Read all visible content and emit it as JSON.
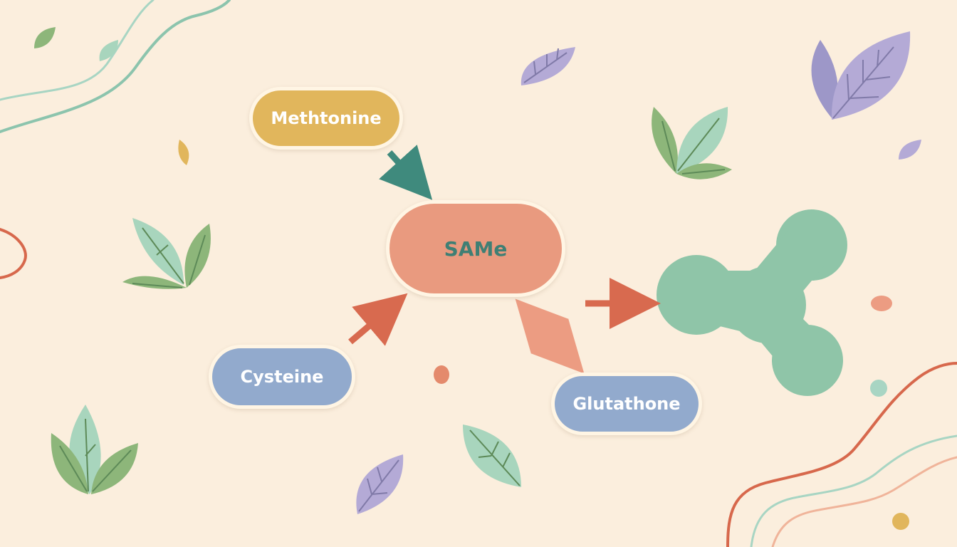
{
  "diagram": {
    "nodes": {
      "methionine": "Methtonine",
      "same": "SAMe",
      "cysteine": "Cysteine",
      "glutathione": "Glutathone"
    },
    "edges": [
      {
        "from": "methionine",
        "to": "same",
        "color": "#3f8a7d",
        "style": "solid"
      },
      {
        "from": "cysteine",
        "to": "same",
        "color": "#d86a4f",
        "style": "solid"
      },
      {
        "from": "same",
        "to": "glutathione",
        "color": "#ec9c82",
        "style": "dashed",
        "bidirectional": true
      },
      {
        "from": "same",
        "to": "molecule-shape",
        "color": "#d86a4f",
        "style": "solid"
      }
    ]
  },
  "colors": {
    "background": "#fbeedd",
    "gold": "#e1b65c",
    "coral": "#e99a7f",
    "blue": "#92aacd",
    "teal_text": "#3f7f74",
    "molecule_green": "#8fc5a8",
    "leaf_green": "#8db67a",
    "leaf_mint": "#a8d5bd",
    "leaf_purple": "#b4aad6",
    "wave_red": "#d7684c",
    "wave_teal": "#8cc4ad"
  },
  "decorations": {
    "icons": [
      "leaf-icon",
      "leaf-cluster-icon",
      "molecule-icon",
      "wave-line",
      "dot"
    ]
  }
}
